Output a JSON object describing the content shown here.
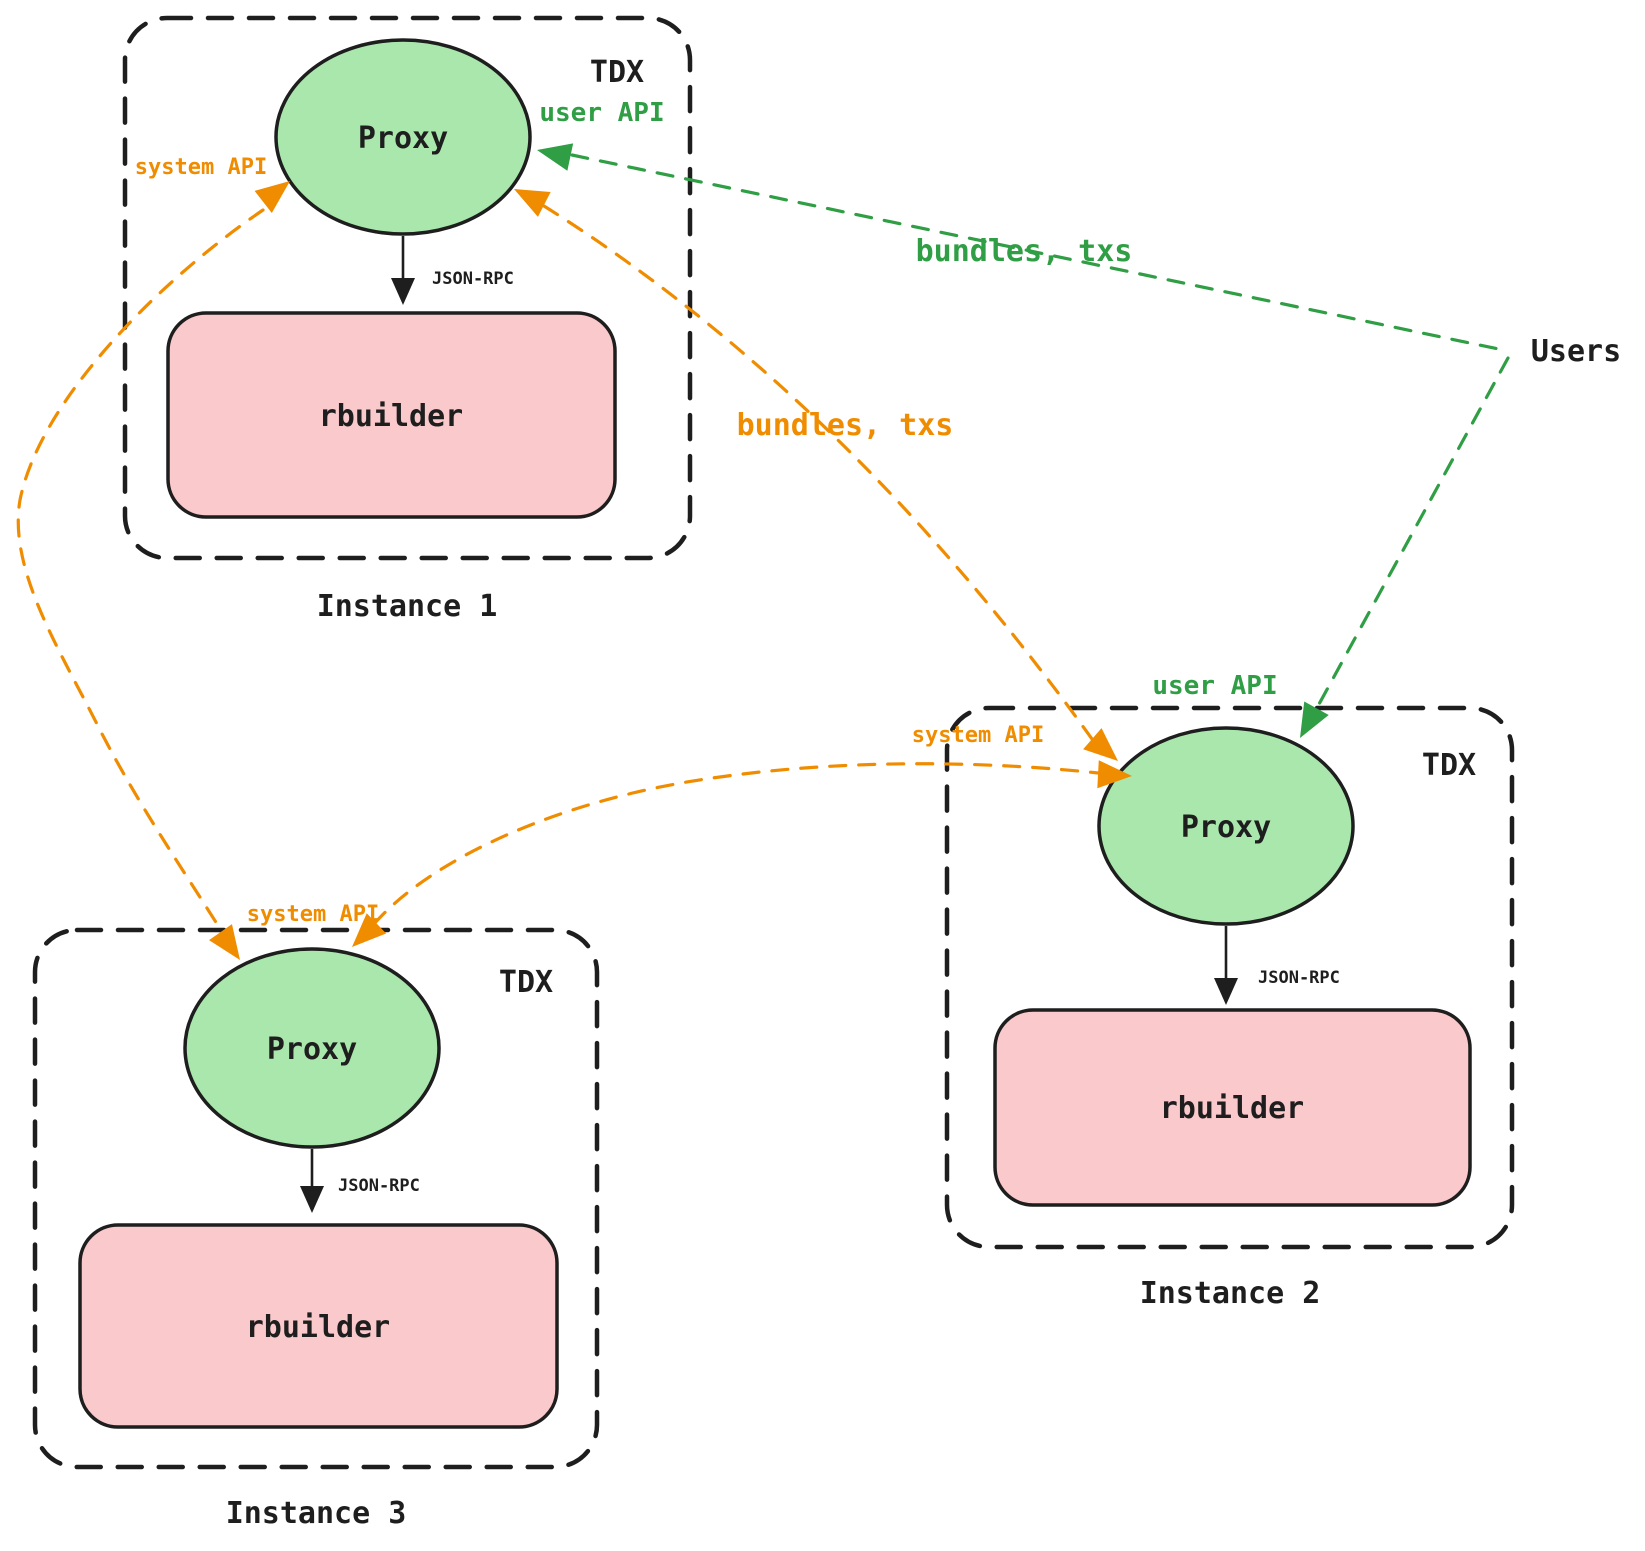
{
  "colors": {
    "ink": "#1e1e1e",
    "green": "#2f9e44",
    "orange": "#f08c00",
    "green_fill": "#a9e7ad",
    "pink_fill": "#fac9cb"
  },
  "actors": {
    "users": "Users"
  },
  "edges": {
    "user_api_1": "user API",
    "user_api_2": "user API",
    "system_api_1": "system API",
    "system_api_2": "system API",
    "system_api_3": "system API",
    "bundles_txs_user": "bundles, txs",
    "bundles_txs_system": "bundles, txs"
  },
  "instances": [
    {
      "caption": "Instance 1",
      "enclave": "TDX",
      "proxy": "Proxy",
      "builder": "rbuilder",
      "rpc": "JSON-RPC"
    },
    {
      "caption": "Instance 2",
      "enclave": "TDX",
      "proxy": "Proxy",
      "builder": "rbuilder",
      "rpc": "JSON-RPC"
    },
    {
      "caption": "Instance 3",
      "enclave": "TDX",
      "proxy": "Proxy",
      "builder": "rbuilder",
      "rpc": "JSON-RPC"
    }
  ]
}
